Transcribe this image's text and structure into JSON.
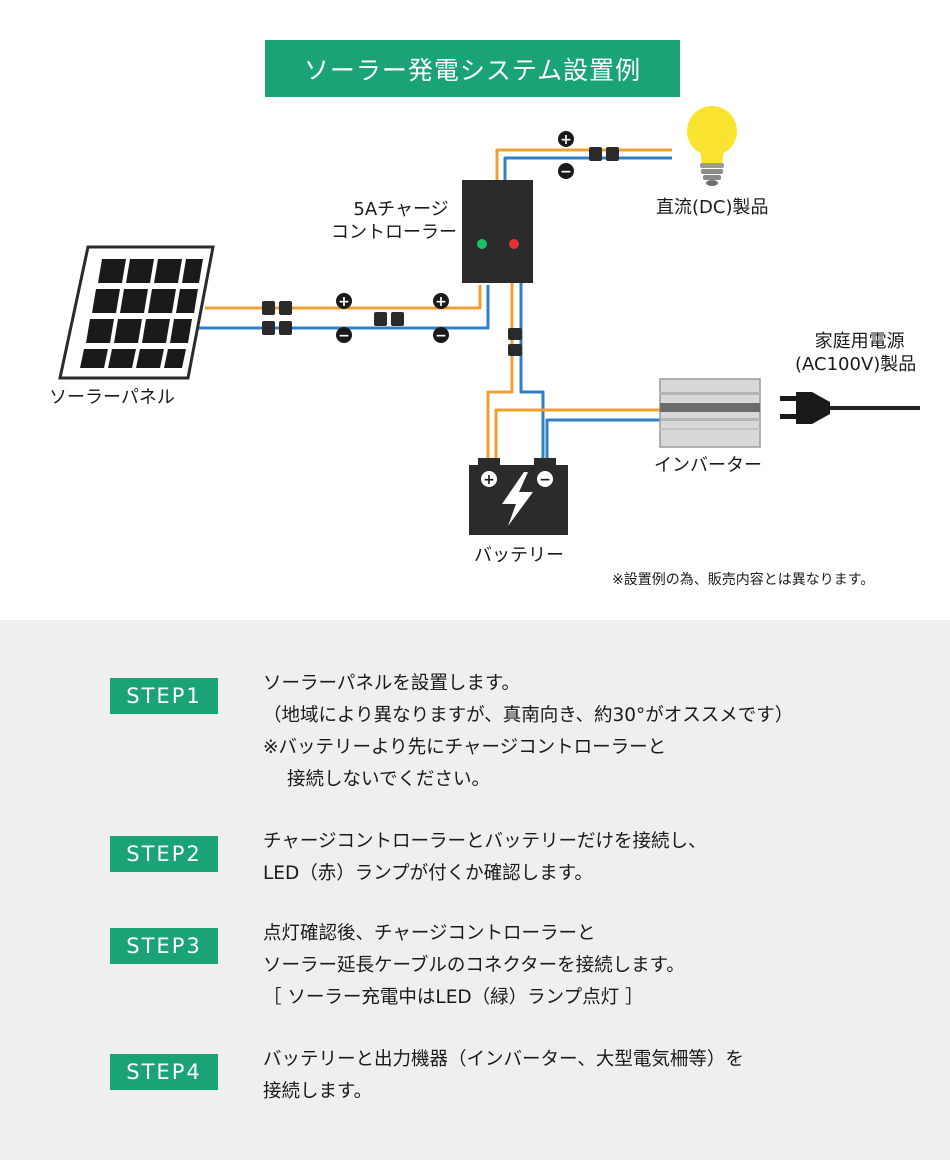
{
  "title": "ソーラー発電システム設置例",
  "labels": {
    "controller_line1": "5Aチャージ",
    "controller_line2": "コントローラー",
    "dc_product": "直流(DC)製品",
    "solar_panel": "ソーラーパネル",
    "household_power_line1": "家庭用電源",
    "household_power_line2": "(AC100V)製品",
    "inverter": "インバーター",
    "battery": "バッテリー"
  },
  "note": "※設置例の為、販売内容とは異なります。",
  "colors": {
    "accent_green": "#1aa377",
    "wire_positive": "#f0a030",
    "wire_negative": "#2f80c8",
    "device_dark": "#2b2b2b",
    "led_green": "#1fbf6a",
    "led_red": "#e83030",
    "bulb_yellow": "#fbe430",
    "steps_background": "#efefef"
  },
  "icons": {
    "plus": "plus-circle-icon",
    "minus": "minus-circle-icon",
    "lightning": "lightning-bolt-icon",
    "plug": "power-plug-icon",
    "bulb": "light-bulb-icon"
  },
  "steps": [
    {
      "badge": "STEP1",
      "lines": [
        "ソーラーパネルを設置します。",
        "（地域により異なりますが、真南向き、約30°がオススメです）",
        "※バッテリーより先にチャージコントローラーと",
        "接続しないでください。"
      ]
    },
    {
      "badge": "STEP2",
      "lines": [
        "チャージコントローラーとバッテリーだけを接続し、",
        "LED（赤）ランプが付くか確認します。"
      ]
    },
    {
      "badge": "STEP3",
      "lines": [
        "点灯確認後、チャージコントローラーと",
        "ソーラー延長ケーブルのコネクターを接続します。",
        "［ ソーラー充電中はLED（緑）ランプ点灯 ］"
      ]
    },
    {
      "badge": "STEP4",
      "lines": [
        "バッテリーと出力機器（インバーター、大型電気柵等）を",
        "接続します。"
      ]
    }
  ]
}
